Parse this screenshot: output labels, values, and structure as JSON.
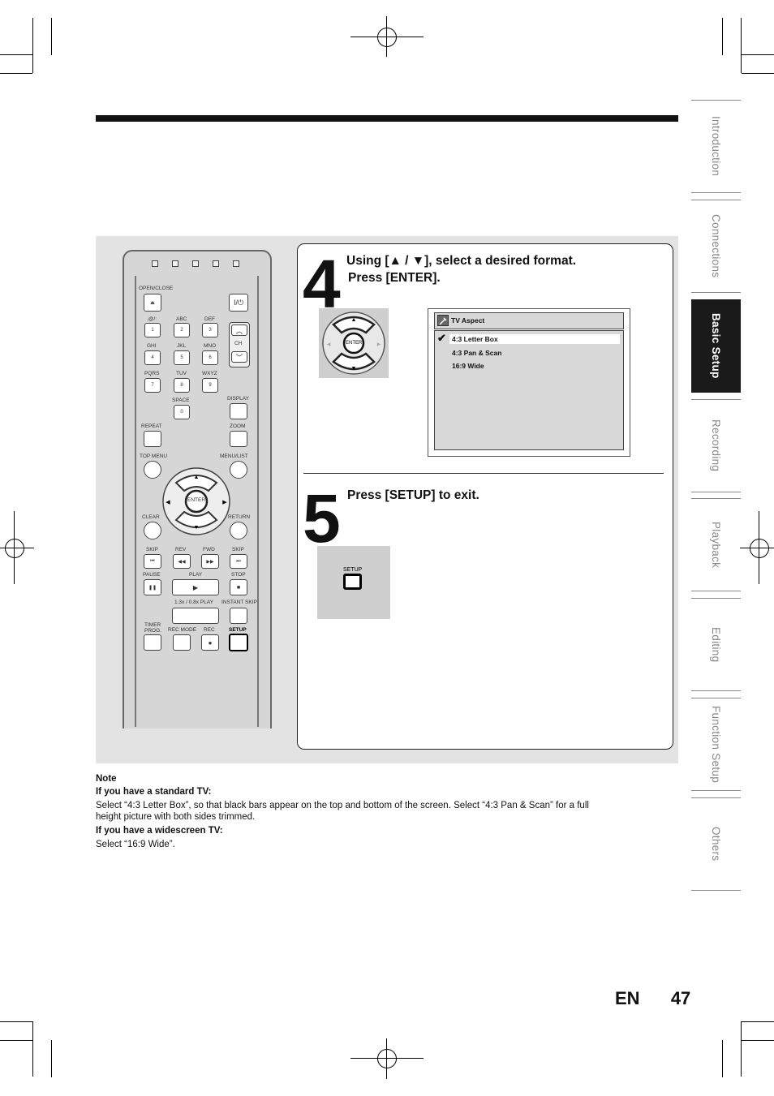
{
  "side_tabs": [
    {
      "label": "Introduction",
      "active": false
    },
    {
      "label": "Connections",
      "active": false
    },
    {
      "label": "Basic Setup",
      "active": true
    },
    {
      "label": "Recording",
      "active": false
    },
    {
      "label": "Playback",
      "active": false
    },
    {
      "label": "Editing",
      "active": false
    },
    {
      "label": "Function Setup",
      "active": false
    },
    {
      "label": "Others",
      "active": false
    }
  ],
  "remote": {
    "open_close": "OPEN/CLOSE",
    "power": "I/⏻",
    "k1_top": ".@/:",
    "k1": "1",
    "k2_top": "ABC",
    "k2": "2",
    "k3_top": "DEF",
    "k3": "3",
    "k4_top": "GHI",
    "k4": "4",
    "k5_top": "JKL",
    "k5": "5",
    "k6_top": "MNO",
    "k6": "6",
    "k7_top": "PQRS",
    "k7": "7",
    "k8_top": "TUV",
    "k8": "8",
    "k9_top": "WXYZ",
    "k9": "9",
    "space": "SPACE",
    "k0": "0",
    "ch": "CH",
    "display": "DISPLAY",
    "repeat": "REPEAT",
    "zoom": "ZOOM",
    "top_menu": "TOP MENU",
    "menu_list": "MENU/LIST",
    "enter": "ENTER",
    "clear": "CLEAR",
    "return": "RETURN",
    "skip_l": "SKIP",
    "rev": "REV",
    "fwd": "FWD",
    "skip_r": "SKIP",
    "pause": "PAUSE",
    "play": "PLAY",
    "stop": "STOP",
    "speed_play": "1.3x / 0.8x PLAY",
    "instant_skip": "INSTANT SKIP",
    "timer_prog": "TIMER PROG.",
    "rec_mode": "REC MODE",
    "rec": "REC",
    "setup": "SETUP"
  },
  "step4": {
    "number": "4",
    "line1": "Using [▲ / ▼], select a desired format.",
    "line2": "Press [ENTER].",
    "enter_label": "ENTER"
  },
  "menu": {
    "title": "TV Aspect",
    "options": [
      "4:3 Letter Box",
      "4:3 Pan & Scan",
      "16:9 Wide"
    ],
    "selected_index": 0
  },
  "step5": {
    "number": "5",
    "text": "Press [SETUP] to exit.",
    "setup_label": "SETUP"
  },
  "note": {
    "heading": "Note",
    "sub1": "If you have a standard TV:",
    "body1a": "Select “4:3 Letter Box”, so that black bars appear on the top and bottom of the screen. Select “4:3 Pan & Scan” for a full",
    "body1b": "height picture with both sides trimmed.",
    "sub2": "If you have a widescreen TV:",
    "body2": "Select “16:9 Wide”."
  },
  "footer": {
    "lang": "EN",
    "page": "47"
  }
}
